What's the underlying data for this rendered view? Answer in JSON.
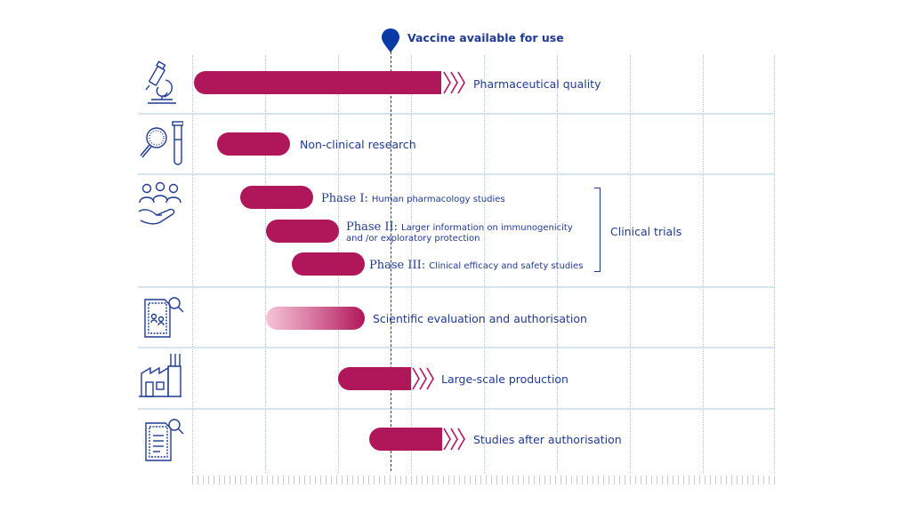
{
  "milestone": {
    "label": "Vaccine available for use",
    "icon": "location-pin-icon",
    "color": "#1f3a93"
  },
  "colors": {
    "bar": "#b0175b",
    "text": "#1f3a93",
    "divider": "#d5e4f2"
  },
  "rows": [
    {
      "icon": "microscope-icon",
      "label": "Pharmaceutical quality"
    },
    {
      "icon": "magnifier-test-tube-icon",
      "label": "Non-clinical research"
    },
    {
      "icon": "people-hands-icon",
      "group_label": "Clinical trials",
      "phases": [
        {
          "name": "Phase I:",
          "desc": "Human pharmacology studies"
        },
        {
          "name": "Phase II:",
          "desc_line1": "Larger information on immunogenicity",
          "desc_line2": "and /or exploratory protection"
        },
        {
          "name": "Phase III:",
          "desc": "Clinical efficacy and safety studies"
        }
      ]
    },
    {
      "icon": "document-review-icon",
      "label": "Scientific evaluation and authorisation"
    },
    {
      "icon": "factory-icon",
      "label": "Large-scale production"
    },
    {
      "icon": "document-search-icon",
      "label": "Studies after authorisation"
    }
  ]
}
